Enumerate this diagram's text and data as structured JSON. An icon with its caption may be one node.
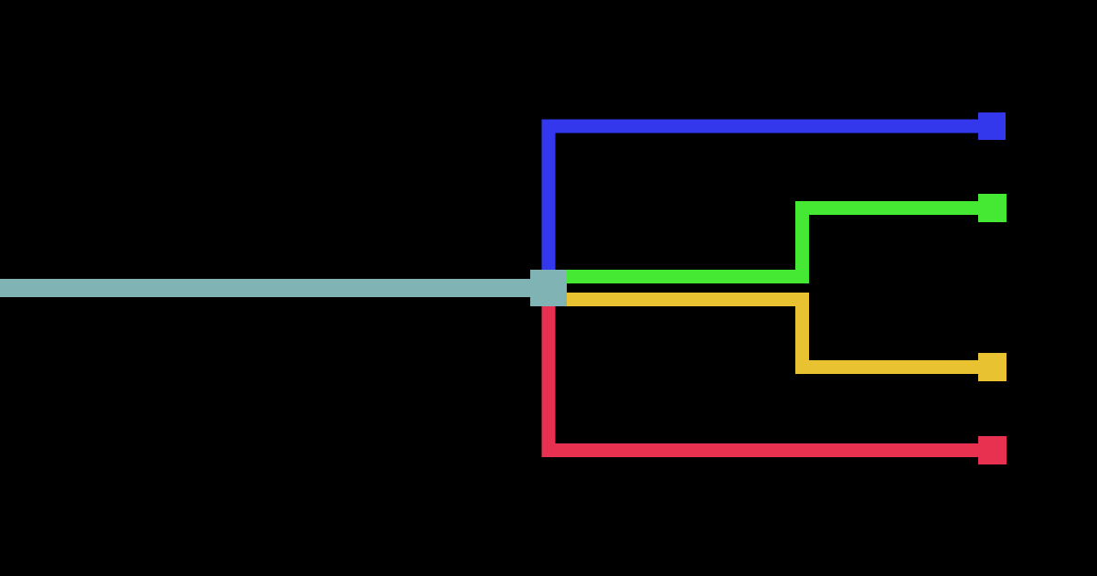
{
  "diagram": {
    "nodes": [
      {
        "text": [],
        "shape": "box"
      },
      {
        "text": [],
        "shape": "box"
      },
      {
        "text": [],
        "shape": "box"
      },
      {
        "text": [],
        "shape": "box"
      },
      {
        "text": [],
        "shape": "box"
      }
    ],
    "edges": [
      {
        "from": null,
        "to": 0,
        "arrow": "none",
        "color": "#80b4b4"
      },
      {
        "from": 0,
        "to": 1,
        "arrow": "none",
        "color": "#3338ec"
      },
      {
        "from": 0,
        "to": 2,
        "arrow": "none",
        "color": "#45e833"
      },
      {
        "from": 0,
        "to": 3,
        "arrow": "none",
        "color": "#e9c232"
      },
      {
        "from": 0,
        "to": 4,
        "arrow": "none",
        "color": "#e83050"
      }
    ]
  }
}
